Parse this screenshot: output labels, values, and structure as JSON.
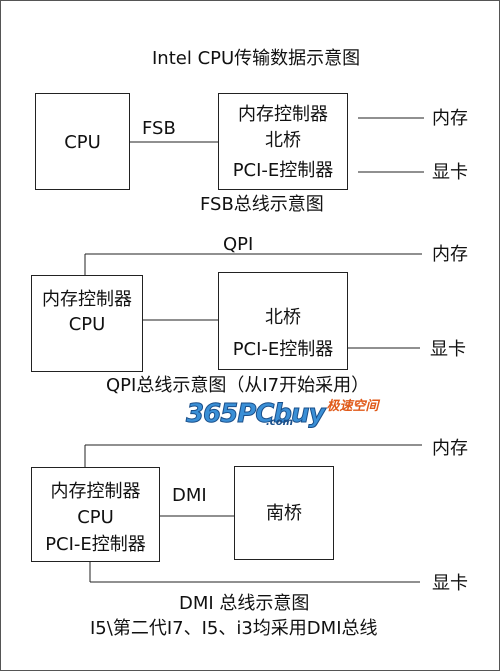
{
  "title": "Intel CPU传输数据示意图",
  "diagram1": {
    "cpu": "CPU",
    "link": "FSB",
    "northbridge": [
      "内存控制器",
      "北桥",
      "PCI-E控制器"
    ],
    "memory": "内存",
    "gpu": "显卡",
    "caption": "FSB总线示意图"
  },
  "diagram2": {
    "cpu": [
      "内存控制器",
      "CPU"
    ],
    "link": "QPI",
    "northbridge": [
      "北桥",
      "PCI-E控制器"
    ],
    "memory": "内存",
    "gpu": "显卡",
    "caption": "QPI总线示意图（从I7开始采用）"
  },
  "diagram3": {
    "cpu": [
      "内存控制器",
      "CPU",
      "PCI-E控制器"
    ],
    "link": "DMI",
    "southbridge": "南桥",
    "memory": "内存",
    "gpu": "显卡",
    "caption": "DMI 总线示意图",
    "note": "I5\\第二代I7、I5、i3均采用DMI总线"
  },
  "watermark": {
    "brand": "365PCbuy",
    "domain": ".com",
    "tagline": "极速空间",
    "colors": {
      "primary": "#3a8fd6",
      "accent": "#e05a1a",
      "outline": "#1a4f8a"
    }
  }
}
